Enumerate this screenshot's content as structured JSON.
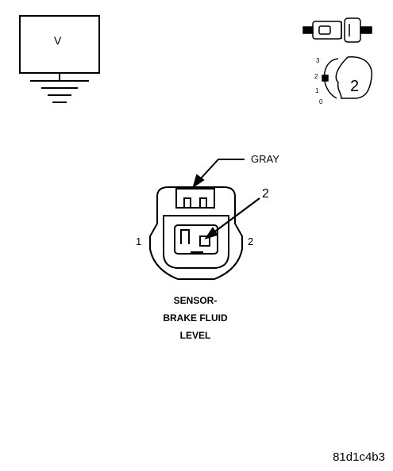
{
  "meter": {
    "symbol": "V"
  },
  "probe_icon": {
    "pins": [
      "3",
      "2",
      "1",
      "0"
    ],
    "number": "2"
  },
  "connector": {
    "wire_color": "GRAY",
    "cavity_callout": "2",
    "pin_left": "1",
    "pin_right": "2",
    "title_lines": [
      "SENSOR-",
      "BRAKE FLUID",
      "LEVEL"
    ]
  },
  "figure_ref": "81d1c4b3"
}
